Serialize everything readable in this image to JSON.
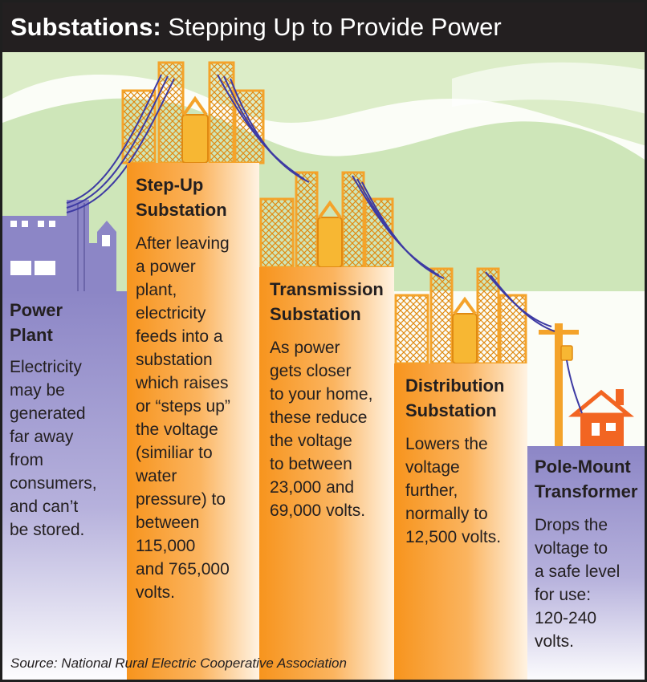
{
  "header": {
    "title_bold": "Substations:",
    "title_rest": " Stepping Up to Provide Power"
  },
  "columns": {
    "power_plant": {
      "title": [
        "Power",
        "Plant"
      ],
      "body": [
        "Electricity",
        "may be",
        "generated",
        "far away",
        "from",
        "consumers,",
        "and can’t",
        "be stored."
      ]
    },
    "step_up": {
      "title": [
        "Step-Up",
        "Substation"
      ],
      "body": [
        "After leaving",
        "a power",
        "plant,",
        "electricity",
        "feeds into a",
        "substation",
        "which raises",
        "or “steps up”",
        "the voltage",
        "(similiar to",
        "water",
        "pressure) to",
        "between",
        "115,000",
        "and 765,000",
        "volts."
      ]
    },
    "transmission": {
      "title": [
        "Transmission",
        "Substation"
      ],
      "body": [
        "As power",
        "gets closer",
        "to your home,",
        "these reduce",
        "the voltage",
        "to between",
        "23,000 and",
        "69,000 volts."
      ]
    },
    "distribution": {
      "title": [
        "Distribution",
        "Substation"
      ],
      "body": [
        "Lowers the",
        "voltage",
        "further,",
        "normally to",
        "12,500 volts."
      ]
    },
    "pole_mount": {
      "title": [
        "Pole-Mount",
        "Transformer"
      ],
      "body": [
        "Drops the",
        "voltage to",
        "a safe level",
        "for use:",
        "120-240",
        "volts."
      ]
    }
  },
  "source": "Source: National Rural Electric Cooperative Association",
  "colors": {
    "header_bg": "#231f20",
    "orange": "#f7941d",
    "purple": "#8c86c6",
    "wire": "#3d3aa3",
    "lattice": "#f4a32a",
    "house": "#f26522",
    "hill": "#c9e3b1"
  }
}
